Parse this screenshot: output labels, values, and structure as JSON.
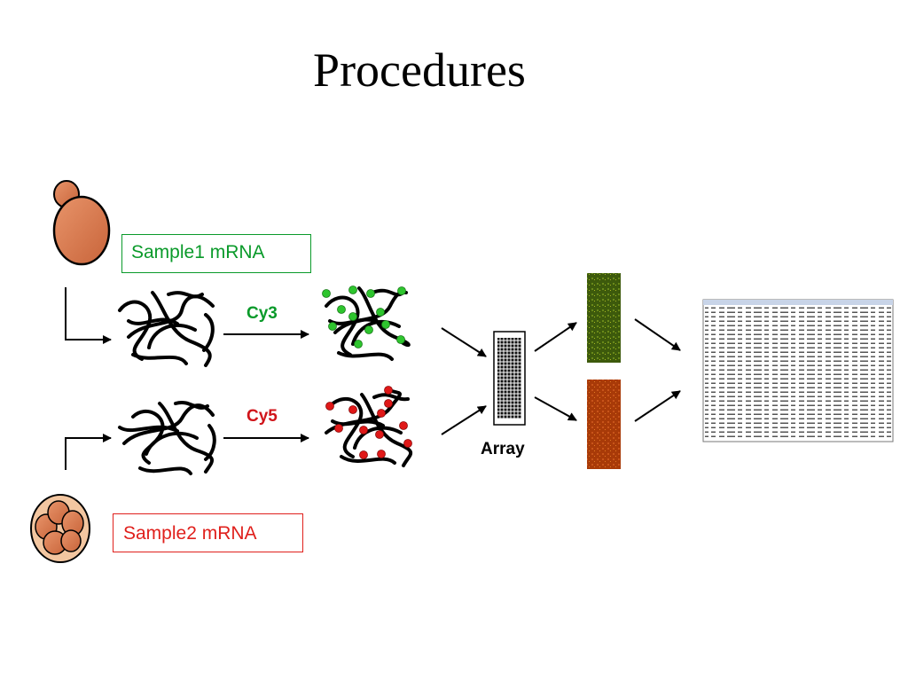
{
  "title": "Procedures",
  "samples": {
    "sample1_label": "Sample1 mRNA",
    "sample2_label": "Sample2 mRNA"
  },
  "dyes": {
    "cy3_label": "Cy3",
    "cy5_label": "Cy5"
  },
  "array_label": "Array",
  "colors": {
    "green": "#0a9a2a",
    "red": "#e0201c",
    "cell": "#d9784a"
  }
}
